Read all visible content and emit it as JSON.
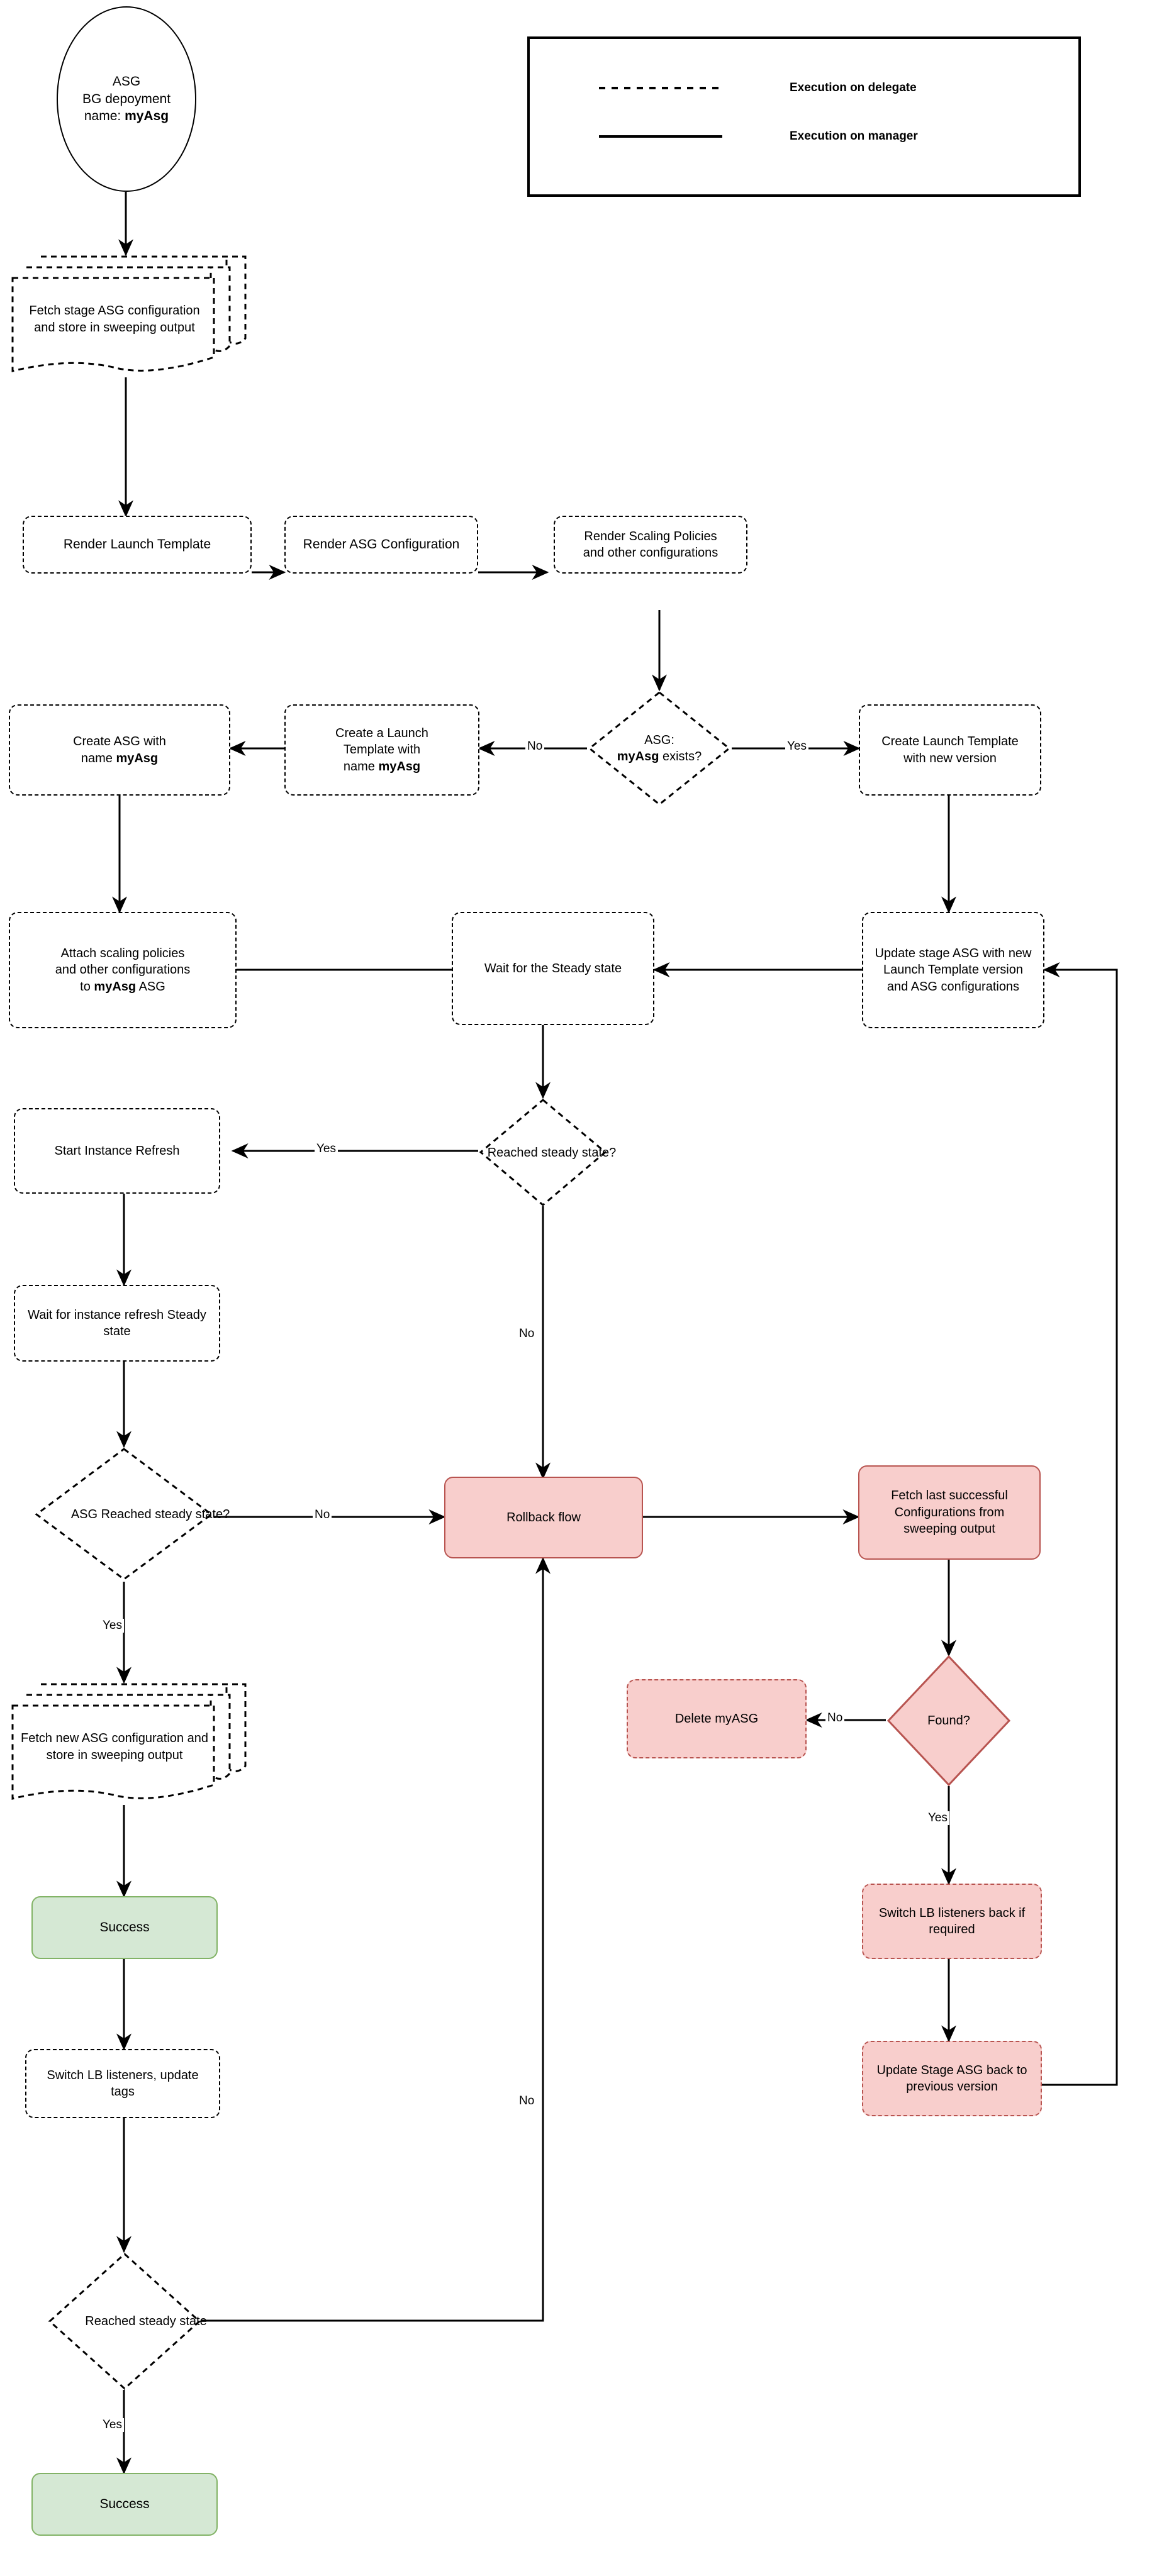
{
  "diagram": {
    "title": "ASG Blue-Green Deployment Flowchart",
    "colors": {
      "pink_fill": "#f8cecc",
      "pink_stroke": "#b85450",
      "green_fill": "#d5e8d4",
      "green_stroke": "#82b366",
      "line": "#000000",
      "background": "#ffffff"
    },
    "legend": {
      "items": [
        {
          "style": "dashed",
          "label": "Execution on delegate"
        },
        {
          "style": "solid",
          "label": "Execution on manager"
        }
      ]
    },
    "nodes": [
      {
        "id": "start",
        "shape": "ellipse",
        "line1": "ASG",
        "line2": "BG depoyment",
        "line3_pre": "name: ",
        "line3_bold": "myAsg"
      },
      {
        "id": "fetch-stage-asg",
        "shape": "multi-document",
        "label": "Fetch stage ASG configuration and store in sweeping output"
      },
      {
        "id": "render-launch-template",
        "shape": "process-dashed",
        "label": "Render Launch Template"
      },
      {
        "id": "render-asg-config",
        "shape": "process-dashed",
        "label": "Render ASG Configuration"
      },
      {
        "id": "render-scaling-policies",
        "shape": "process-dashed",
        "label": "Render Scaling Policies and other configurations"
      },
      {
        "id": "asg-exists",
        "shape": "diamond-dashed",
        "line1": "ASG:",
        "line2_bold": "myAsg",
        "line2_rest": " exists?"
      },
      {
        "id": "create-launch-template-new-version",
        "shape": "process-dashed",
        "label": "Create Launch Template with new version"
      },
      {
        "id": "create-launch-template-myasg",
        "shape": "process-dashed",
        "line1": "Create a Launch",
        "line2": "Template with",
        "line3_pre": "name ",
        "line3_bold": "myAsg"
      },
      {
        "id": "create-asg-myasg",
        "shape": "process-dashed",
        "line1": "Create ASG with",
        "line2_pre": "name ",
        "line2_bold": "myAsg"
      },
      {
        "id": "attach-scaling-policies",
        "shape": "process-dashed",
        "line1": "Attach scaling policies",
        "line2": "and other configurations",
        "line3_pre": "to ",
        "line3_bold": "myAsg",
        "line3_post": " ASG"
      },
      {
        "id": "wait-steady-state",
        "shape": "process-dashed",
        "label": "Wait for the Steady state"
      },
      {
        "id": "update-stage-asg",
        "shape": "process-dashed",
        "label": "Update stage ASG with new Launch Template version and ASG configurations"
      },
      {
        "id": "reached-steady-state",
        "shape": "diamond-dashed",
        "label": "Reached steady state?"
      },
      {
        "id": "start-instance-refresh",
        "shape": "process-dashed",
        "label": "Start Instance Refresh"
      },
      {
        "id": "wait-instance-refresh",
        "shape": "process-dashed",
        "label": "Wait for instance refresh Steady state"
      },
      {
        "id": "asg-reached-steady-state",
        "shape": "diamond-dashed",
        "label": "ASG Reached steady state?"
      },
      {
        "id": "rollback-flow",
        "shape": "process-pink",
        "label": "Rollback flow"
      },
      {
        "id": "fetch-last-successful",
        "shape": "process-pink",
        "label": "Fetch last successful Configurations from sweeping output"
      },
      {
        "id": "fetch-new-asg",
        "shape": "multi-document",
        "label": "Fetch new ASG configuration and store in sweeping output"
      },
      {
        "id": "found",
        "shape": "diamond-pink",
        "label": "Found?"
      },
      {
        "id": "delete-myasg",
        "shape": "process-pink-dashed",
        "label": "Delete myASG"
      },
      {
        "id": "switch-lb-back",
        "shape": "process-pink-dashed",
        "label": "Switch LB listeners back if required"
      },
      {
        "id": "update-stage-asg-previous",
        "shape": "process-pink-dashed",
        "label": "Update Stage ASG back to previous version"
      },
      {
        "id": "success-1",
        "shape": "process-green",
        "label": "Success"
      },
      {
        "id": "switch-lb-update-tags",
        "shape": "process-dashed",
        "label": "Switch LB listeners, update tags"
      },
      {
        "id": "reached-steady-state-2",
        "shape": "diamond-dashed",
        "label": "Reached steady state"
      },
      {
        "id": "success-2",
        "shape": "process-green",
        "label": "Success"
      }
    ],
    "edge_labels": {
      "asg_exists_no": "No",
      "asg_exists_yes": "Yes",
      "reached_steady_yes": "Yes",
      "reached_steady_no": "No",
      "asg_reached_no": "No",
      "asg_reached_yes": "Yes",
      "found_no": "No",
      "found_yes": "Yes",
      "final_steady_yes": "Yes",
      "final_steady_no": "No"
    }
  }
}
